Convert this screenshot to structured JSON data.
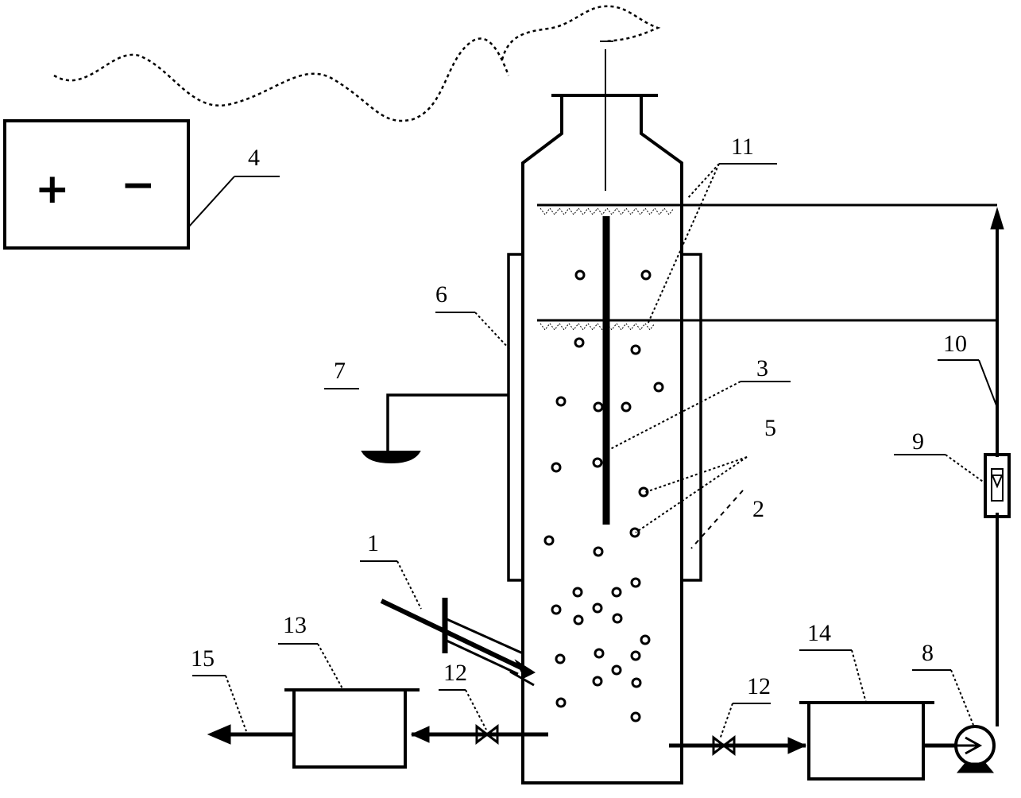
{
  "power_supply": {
    "plus": "+",
    "minus": "−"
  },
  "labels": {
    "n1": "1",
    "n2": "2",
    "n3": "3",
    "n4": "4",
    "n5": "5",
    "n6": "6",
    "n7": "7",
    "n8": "8",
    "n9": "9",
    "n10": "10",
    "n11": "11",
    "n12a": "12",
    "n12b": "12",
    "n13": "13",
    "n14": "14",
    "n15": "15"
  },
  "colors": {
    "line": "#000000",
    "background": "#ffffff"
  }
}
